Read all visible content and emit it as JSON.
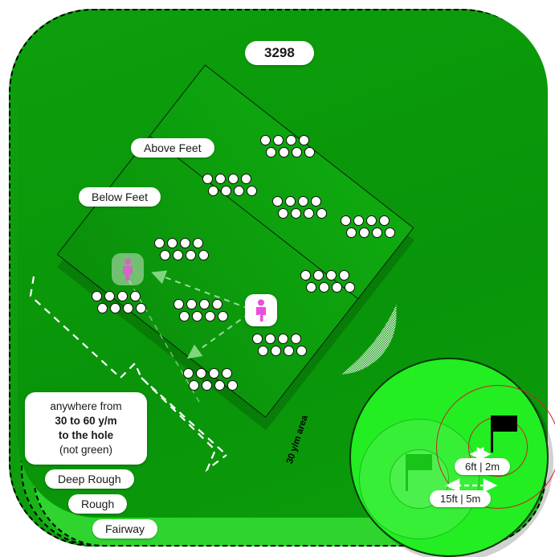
{
  "title_badge": "3298",
  "slope_labels": {
    "above": "Above Feet",
    "below": "Below Feet"
  },
  "terrain_legend": [
    {
      "key": "deep-rough",
      "label": "Deep Rough",
      "color": "#0d9d0d"
    },
    {
      "key": "rough",
      "label": "Rough",
      "color": "#17b517"
    },
    {
      "key": "fairway",
      "label": "Fairway",
      "color": "#2fd42f"
    }
  ],
  "distance_callout": {
    "line1": "anywhere from",
    "line2": "30 to 60 y/m",
    "line3": "to the hole",
    "line4": "(not green)"
  },
  "hatch_band": {
    "label": "30 y/m area",
    "color": "#ffffff"
  },
  "green": {
    "surface_color": "#22ee22",
    "proximity_rings": [
      {
        "key": "inner",
        "label": "6ft | 2m",
        "color": "#cc2222"
      },
      {
        "key": "outer",
        "label": "15ft | 5m",
        "color": "#cc2222"
      }
    ],
    "flags": [
      {
        "key": "active-pin",
        "state": "current",
        "color": "#000000"
      },
      {
        "key": "previous-pin",
        "state": "faded",
        "color": "#18c418"
      }
    ]
  },
  "players": [
    {
      "key": "current",
      "icon": "person-icon",
      "state": "current",
      "color": "#ef4ddd"
    },
    {
      "key": "previous",
      "icon": "person-icon",
      "state": "faded",
      "color": "#ef4ddd"
    }
  ],
  "ball_clusters": [
    {
      "key": "cluster-1",
      "top_row": 4,
      "bottom_row": 4
    },
    {
      "key": "cluster-2",
      "top_row": 4,
      "bottom_row": 4
    },
    {
      "key": "cluster-3",
      "top_row": 4,
      "bottom_row": 4
    },
    {
      "key": "cluster-4",
      "top_row": 4,
      "bottom_row": 4
    },
    {
      "key": "cluster-5",
      "top_row": 4,
      "bottom_row": 4
    },
    {
      "key": "cluster-6",
      "top_row": 4,
      "bottom_row": 4
    },
    {
      "key": "cluster-7",
      "top_row": 4,
      "bottom_row": 4
    },
    {
      "key": "cluster-8",
      "top_row": 4,
      "bottom_row": 4
    },
    {
      "key": "cluster-9",
      "top_row": 4,
      "bottom_row": 4
    },
    {
      "key": "cluster-10",
      "top_row": 4,
      "bottom_row": 4
    }
  ]
}
